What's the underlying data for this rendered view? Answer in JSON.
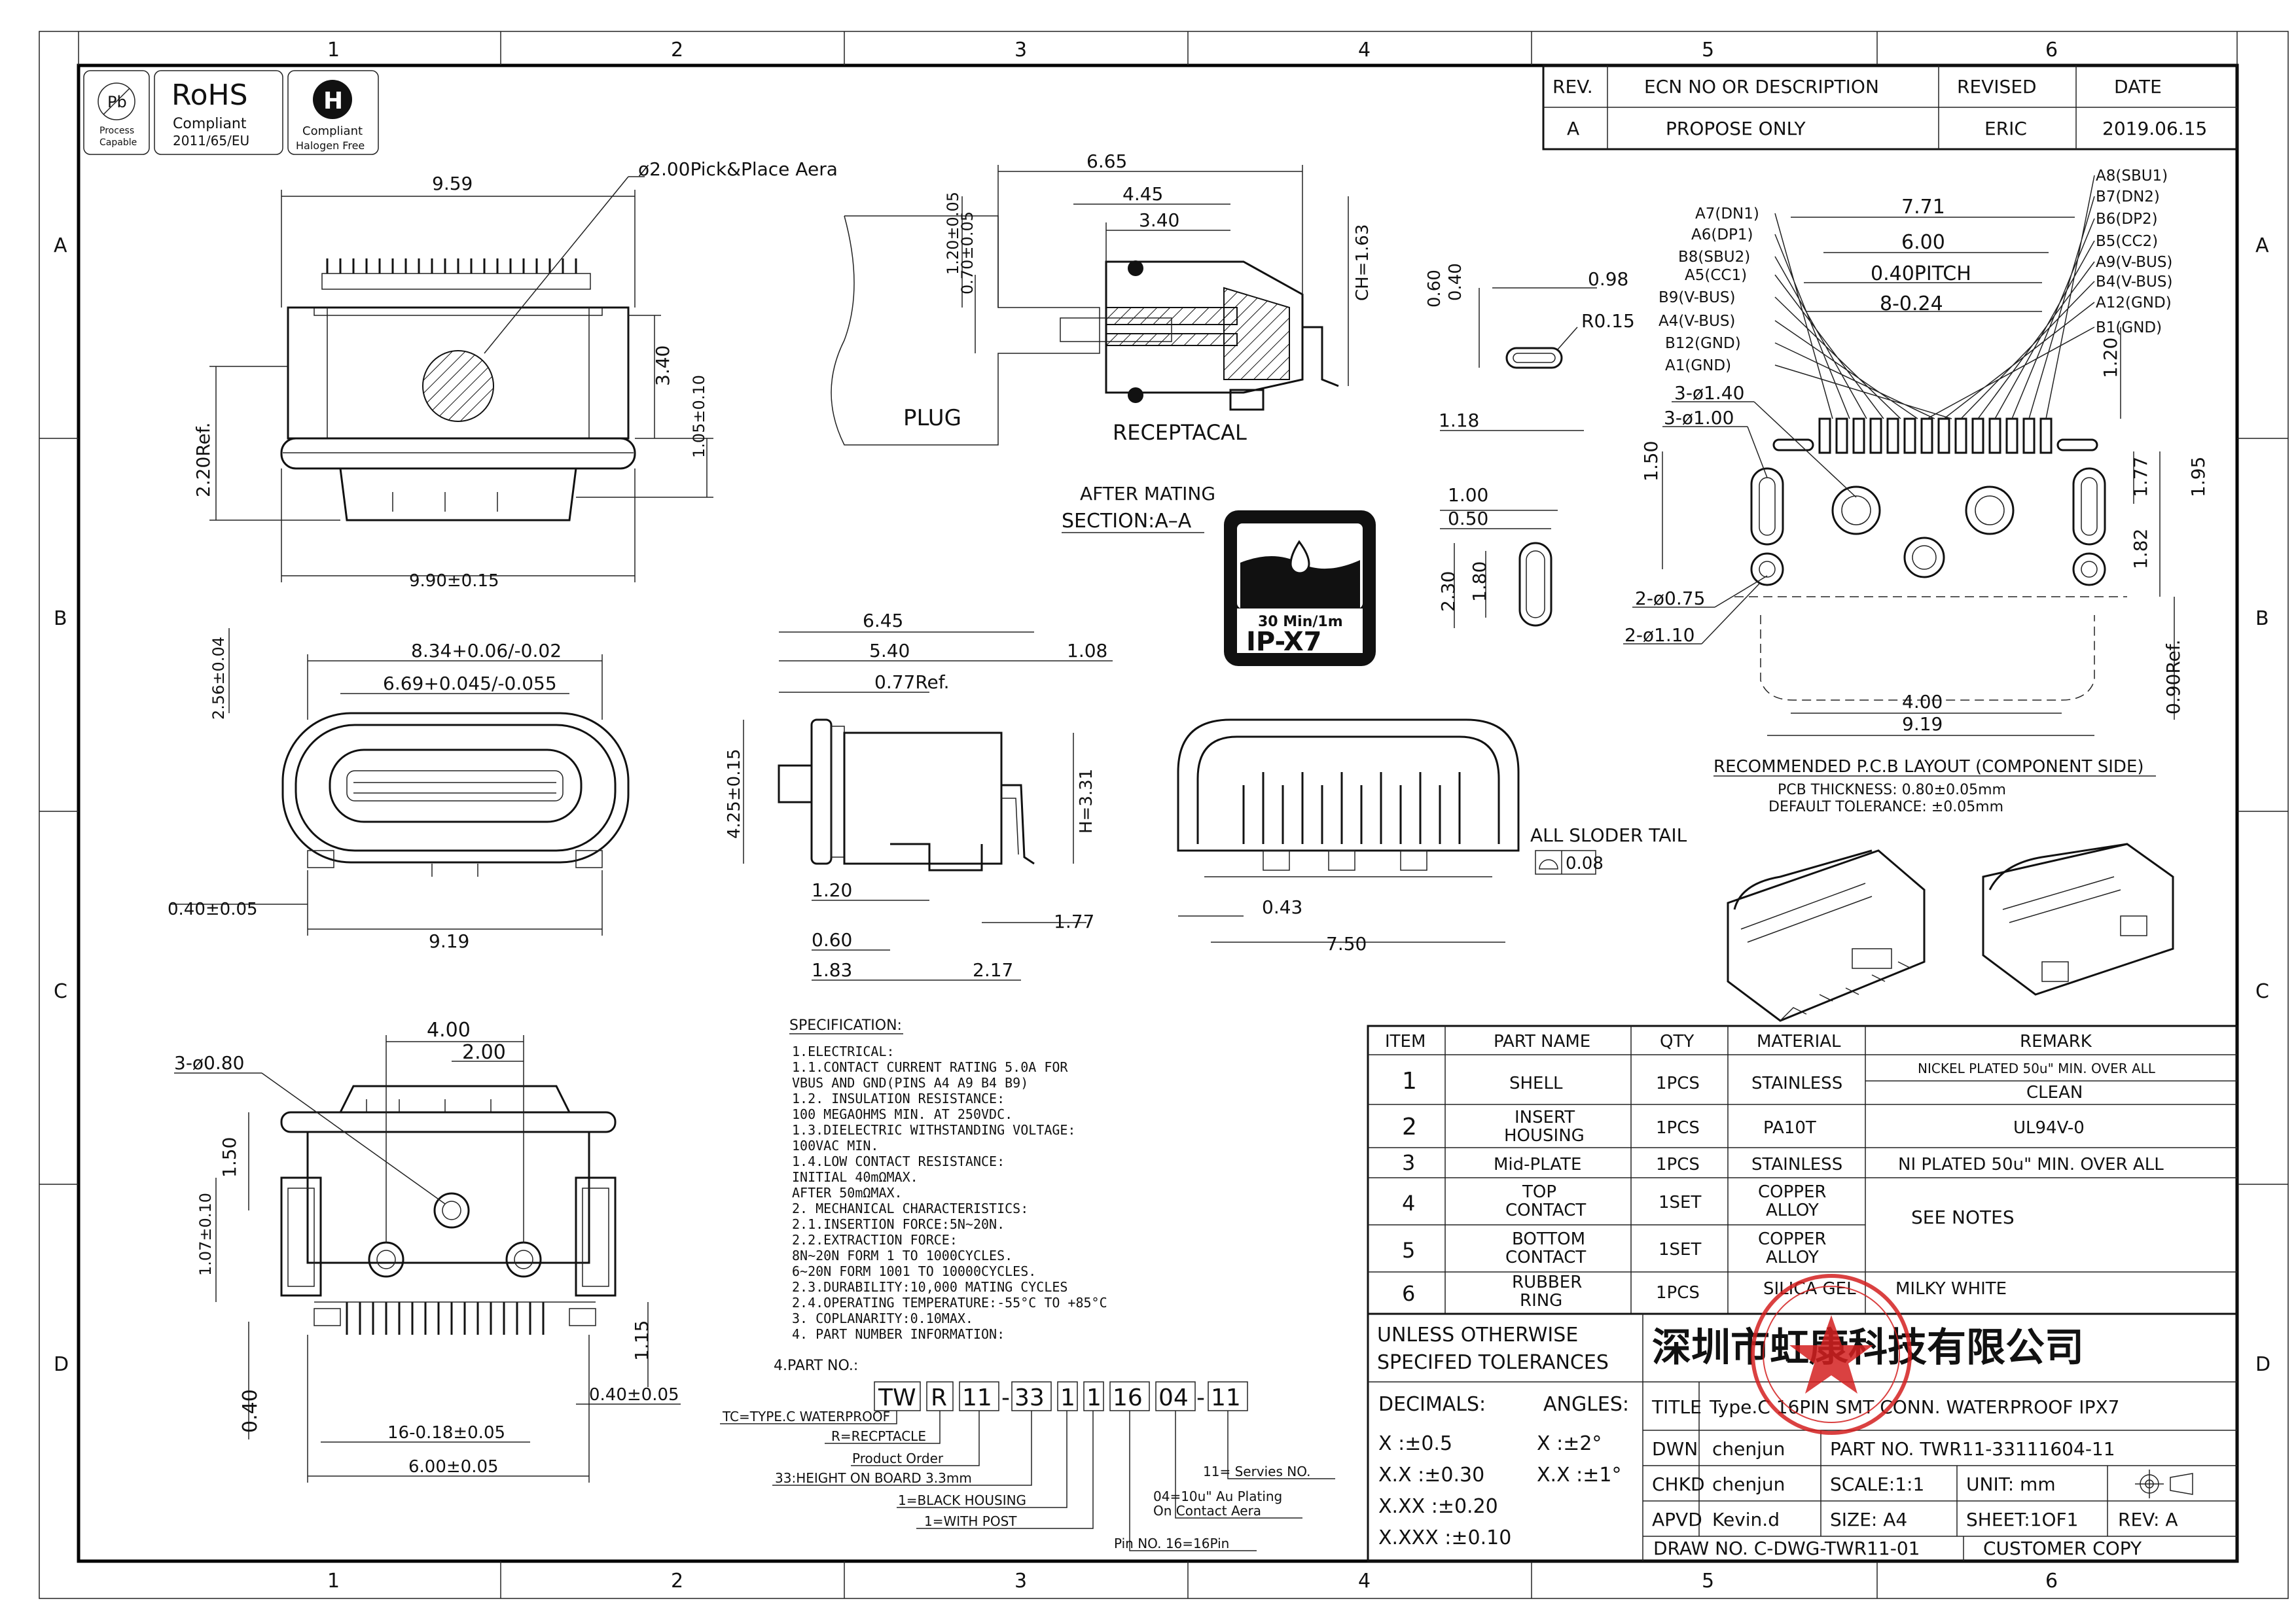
{
  "grid": {
    "columns": [
      "1",
      "2",
      "3",
      "4",
      "5",
      "6"
    ],
    "rows": [
      "A",
      "B",
      "C",
      "D"
    ]
  },
  "badges": {
    "pb_symbol": "Pb",
    "pb_text1": "Process",
    "pb_text2": "Capable",
    "rohs_title": "RoHS",
    "rohs_text1": "Compliant",
    "rohs_text2": "2011/65/EU",
    "halogen_text1": "Compliant",
    "halogen_text2": "Halogen Free"
  },
  "revision": {
    "headers": [
      "REV.",
      "ECN NO OR DESCRIPTION",
      "REVISED",
      "DATE"
    ],
    "row": [
      "A",
      "PROPOSE ONLY",
      "ERIC",
      "2019.06.15"
    ]
  },
  "top_view": {
    "dims": [
      "9.59",
      "3.40",
      "1.05±0.10",
      "2.20Ref.",
      "9.90±0.15"
    ],
    "note": "ø2.00Pick&Place Aera"
  },
  "mating_view": {
    "dims": [
      "6.65",
      "4.45",
      "3.40",
      "1.20±0.05",
      "0.70±0.05",
      "CH=1.63"
    ],
    "labels": [
      "PLUG",
      "RECEPTACAL",
      "AFTER MATING",
      "SECTION:A–A"
    ]
  },
  "slot_detail": {
    "dims": [
      "0.60",
      "0.40",
      "0.98",
      "R0.15",
      "1.18"
    ]
  },
  "slot_detail2": {
    "dims": [
      "1.00",
      "0.50",
      "2.30",
      "1.80"
    ]
  },
  "ip_badge": {
    "line1": "30 Min/1m",
    "line2": "IP-X7"
  },
  "front_view": {
    "dims": [
      "2.56±0.04",
      "8.34+0.06/-0.02",
      "6.69+0.045/-0.055",
      "0.40±0.05",
      "9.19"
    ]
  },
  "side_view": {
    "dims": [
      "6.45",
      "5.40",
      "1.08",
      "0.77Ref.",
      "4.25±0.15",
      "H=3.31",
      "1.20",
      "1.77",
      "0.60",
      "1.83",
      "2.17"
    ]
  },
  "end_view": {
    "dims": [
      "0.43",
      "7.50"
    ],
    "note": "ALL SLODER TAIL",
    "tolerance": "0.08"
  },
  "pinout": {
    "left_labels": [
      "A7(DN1)",
      "A6(DP1)",
      "B8(SBU2)",
      "A5(CC1)",
      "B9(V-BUS)",
      "A4(V-BUS)",
      "B12(GND)",
      "A1(GND)"
    ],
    "right_labels": [
      "A8(SBU1)",
      "B7(DN2)",
      "B6(DP2)",
      "B5(CC2)",
      "A9(V-BUS)",
      "B4(V-BUS)",
      "A12(GND)",
      "B1(GND)"
    ],
    "dims": [
      "7.71",
      "6.00",
      "0.40PITCH",
      "8-0.24",
      "3-ø1.40",
      "3-ø1.00",
      "1.20",
      "1.50",
      "1.77",
      "1.95",
      "1.82",
      "2-ø0.75",
      "2-ø1.10",
      "4.00",
      "9.19",
      "0.90Ref."
    ]
  },
  "pcb_layout": {
    "title": "RECOMMENDED P.C.B LAYOUT (COMPONENT SIDE)",
    "thickness": "PCB THICKNESS: 0.80±0.05mm",
    "tolerance": "DEFAULT TOLERANCE: ±0.05mm"
  },
  "bottom_view": {
    "dims": [
      "3-ø0.80",
      "4.00",
      "2.00",
      "1.50",
      "1.07±0.10",
      "1.15",
      "0.40",
      "0.40±0.05",
      "16-0.18±0.05",
      "6.00±0.05"
    ]
  },
  "specification": {
    "title": "SPECIFICATION:",
    "lines": [
      "1.ELECTRICAL:",
      "  1.1.CONTACT CURRENT RATING 5.0A FOR",
      "     VBUS AND GND(PINS A4 A9 B4 B9)",
      "  1.2. INSULATION RESISTANCE:",
      "       100 MEGAOHMS MIN. AT 250VDC.",
      "  1.3.DIELECTRIC WITHSTANDING VOLTAGE:",
      "       100VAC MIN.",
      "  1.4.LOW CONTACT RESISTANCE:",
      "       INITIAL 40mΩMAX.",
      "       AFTER 50mΩMAX.",
      "2. MECHANICAL CHARACTERISTICS:",
      "  2.1.INSERTION FORCE:5N~20N.",
      "  2.2.EXTRACTION FORCE:",
      "       8N~20N FORM 1 TO 1000CYCLES.",
      "       6~20N FORM 1001 TO 10000CYCLES.",
      "  2.3.DURABILITY:10,000 MATING CYCLES",
      "  2.4.OPERATING TEMPERATURE:-55°C TO +85°C",
      "3. COPLANARITY:0.10MAX.",
      "4. PART NUMBER INFORMATION:"
    ],
    "part_no_label": "4.PART NO.:"
  },
  "part_number": {
    "boxes": [
      "TW",
      "R",
      "11",
      "33",
      "1",
      "1",
      "16",
      "04",
      "11"
    ],
    "annotations": [
      "TC=TYPE.C WATERPROOF",
      "R=RECPTACLE",
      "Product Order",
      "33:HEIGHT ON BOARD 3.3mm",
      "1=BLACK HOUSING",
      "1=WITH POST",
      "Pin NO. 16=16Pin",
      "04=10u\" Au Plating",
      "On Contact Aera",
      "11= Servies NO."
    ]
  },
  "bom": {
    "headers": [
      "ITEM",
      "PART NAME",
      "QTY",
      "MATERIAL",
      "REMARK"
    ],
    "rows": [
      [
        "1",
        "SHELL",
        "1PCS",
        "STAINLESS",
        "NICKEL PLATED 50u\" MIN. OVER ALL",
        "CLEAN"
      ],
      [
        "2",
        "INSERT",
        "HOUSING",
        "1PCS",
        "PA10T",
        "UL94V-0"
      ],
      [
        "3",
        "Mid-PLATE",
        "1PCS",
        "STAINLESS",
        "NI PLATED 50u\" MIN. OVER ALL"
      ],
      [
        "4",
        "TOP",
        "CONTACT",
        "1SET",
        "COPPER",
        "ALLOY"
      ],
      [
        "5",
        "BOTTOM",
        "CONTACT",
        "1SET",
        "COPPER",
        "ALLOY"
      ],
      [
        "6",
        "RUBBER",
        "RING",
        "1PCS",
        "SILICA GEL",
        "MILKY WHITE"
      ]
    ],
    "see_notes": "SEE NOTES"
  },
  "title_block": {
    "tol_title1": "UNLESS OTHERWISE",
    "tol_title2": "SPECIFED TOLERANCES",
    "company": "深圳市虹康科技有限公司",
    "decimals_label": "DECIMALS:",
    "angles_label": "ANGLES:",
    "decimals": [
      "X  :±0.5",
      "X.X  :±0.30",
      "X.XX  :±0.20",
      "X.XXX :±0.10"
    ],
    "angles": [
      "X  :±2°",
      "X.X :±1°"
    ],
    "title_label": "TITLE",
    "title_value": "Type.C 16PIN SMT CONN. WATERPROOF IPX7",
    "dwn_label": "DWN",
    "dwn_value": "chenjun",
    "part_no": "PART NO. TWR11-33111604-11",
    "chkd_label": "CHKD",
    "chkd_value": "chenjun",
    "scale": "SCALE:1:1",
    "unit": "UNIT:  mm",
    "apvd_label": "APVD",
    "apvd_value": "Kevin.d",
    "size": "SIZE: A4",
    "sheet": "SHEET:1OF1",
    "rev": "REV:  A",
    "draw_no": "DRAW  NO. C-DWG-TWR11-01",
    "customer": "CUSTOMER  COPY"
  },
  "colors": {
    "line": "#111111",
    "stamp": "#d42020"
  }
}
